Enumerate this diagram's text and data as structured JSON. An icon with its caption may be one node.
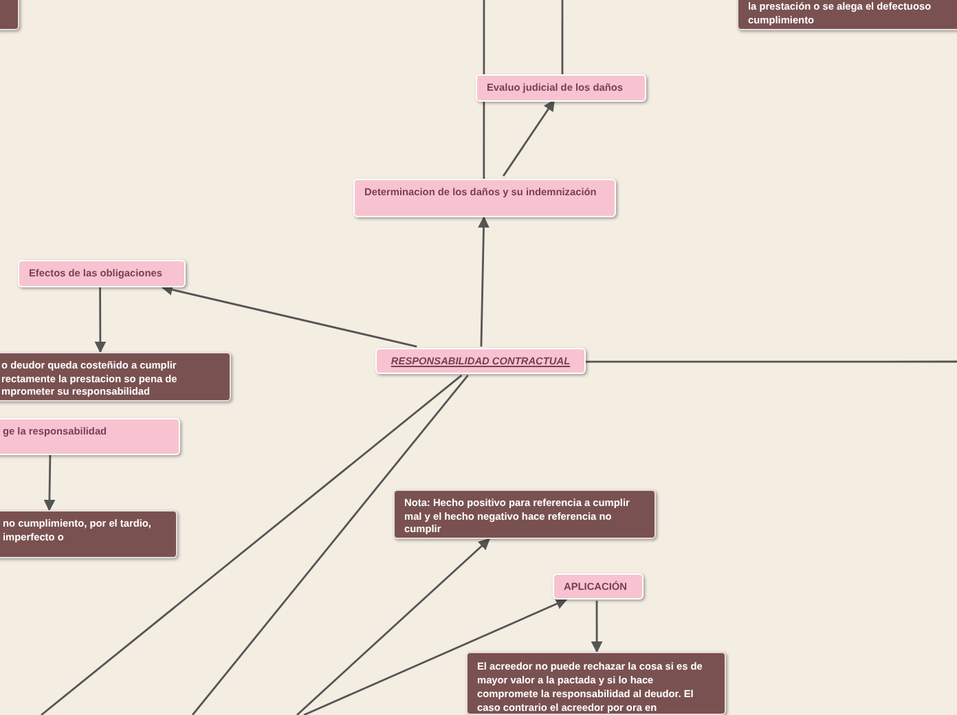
{
  "diagram": {
    "nodes": [
      {
        "text": [],
        "shape": "box"
      },
      {
        "text": [
          "la prestación o se alega el defectuoso cumplimiento"
        ]
      },
      {
        "text": [
          "Evaluo judicial de los daños"
        ]
      },
      {
        "text": [
          "Determinacion de los daños y su indemnización"
        ]
      },
      {
        "text": [
          "Efectos de las obligaciones"
        ]
      },
      {
        "text": [
          "RESPONSABILIDAD CONTRACTUAL"
        ]
      },
      {
        "text": [
          "o deudor queda costeñido a cumplir rectamente la prestacion so pena de mprometer su responsabilidad"
        ]
      },
      {
        "text": [
          "ge la responsabilidad"
        ]
      },
      {
        "text": [
          "no cumplimiento, por el tardio, imperfecto o"
        ]
      },
      {
        "text": [
          "Nota: Hecho positivo para referencia a cumplir mal y el hecho negativo hace referencia no cumplir"
        ]
      },
      {
        "text": [
          "APLICACIÓN"
        ]
      },
      {
        "text": [
          "El acreedor no puede rechazar la cosa si es de mayor valor a la pactada y si lo hace compromete la responsabilidad al deudor. El caso contrario el acreedor por ora en"
        ]
      }
    ],
    "edges": [
      {
        "from": 5,
        "to": 4,
        "arrow": "to"
      },
      {
        "from": 4,
        "to": 6,
        "arrow": "to"
      },
      {
        "from": 7,
        "to": 8,
        "arrow": "to"
      },
      {
        "from": 5,
        "to": 3,
        "arrow": "to"
      },
      {
        "from": 3,
        "to": 2,
        "arrow": "to"
      },
      {
        "from": 3,
        "to": null,
        "arrow": "none"
      },
      {
        "from": 2,
        "to": null,
        "arrow": "none"
      },
      {
        "from": 5,
        "to": null,
        "arrow": "none"
      },
      {
        "from": 5,
        "to": null,
        "arrow": "none"
      },
      {
        "from": 5,
        "to": null,
        "arrow": "none"
      },
      {
        "from": null,
        "to": 9,
        "arrow": "to"
      },
      {
        "from": null,
        "to": 10,
        "arrow": "to"
      },
      {
        "from": 10,
        "to": 11,
        "arrow": "to"
      }
    ]
  }
}
